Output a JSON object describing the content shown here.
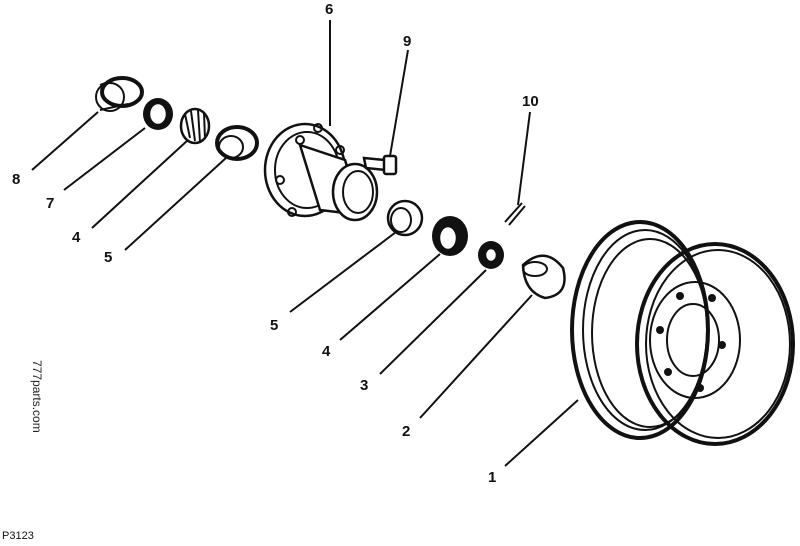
{
  "callouts": [
    {
      "id": "8",
      "label": "8"
    },
    {
      "id": "7",
      "label": "7"
    },
    {
      "id": "4a",
      "label": "4"
    },
    {
      "id": "5a",
      "label": "5"
    },
    {
      "id": "6",
      "label": "6"
    },
    {
      "id": "9",
      "label": "9"
    },
    {
      "id": "10",
      "label": "10"
    },
    {
      "id": "5b",
      "label": "5"
    },
    {
      "id": "4b",
      "label": "4"
    },
    {
      "id": "3",
      "label": "3"
    },
    {
      "id": "2",
      "label": "2"
    },
    {
      "id": "1",
      "label": "1"
    }
  ],
  "watermark": "777parts.com",
  "figure_code": "P3123"
}
